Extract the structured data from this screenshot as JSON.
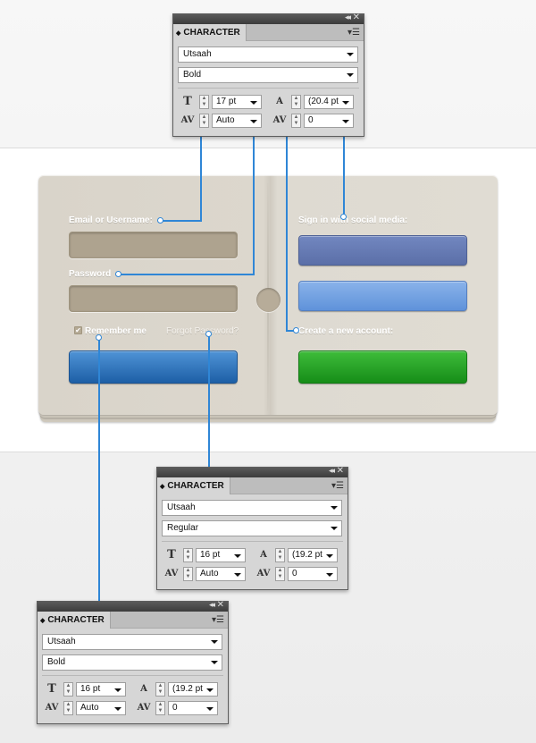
{
  "form": {
    "email_label": "Email or Username:",
    "password_label": "Password",
    "remember_label": "Remember me",
    "forgot_label": "Forgot Password?",
    "checkbox_mark": "✔",
    "social_label": "Sign in with social media:",
    "create_label": "Create a new account:"
  },
  "panels": [
    {
      "title": "CHARACTER",
      "font_family": "Utsaah",
      "font_style": "Bold",
      "font_size": "17 pt",
      "leading": "(20.4 pt",
      "kerning": "Auto",
      "tracking": "0"
    },
    {
      "title": "CHARACTER",
      "font_family": "Utsaah",
      "font_style": "Regular",
      "font_size": "16 pt",
      "leading": "(19.2 pt",
      "kerning": "Auto",
      "tracking": "0"
    },
    {
      "title": "CHARACTER",
      "font_family": "Utsaah",
      "font_style": "Bold",
      "font_size": "16 pt",
      "leading": "(19.2 pt",
      "kerning": "Auto",
      "tracking": "0"
    }
  ],
  "icons": {
    "font_size": "font-size-icon",
    "leading": "leading-icon",
    "kerning": "kerning-icon",
    "tracking": "tracking-icon",
    "panel_menu": "panel-menu-icon",
    "collapse": "collapse-icon",
    "close": "close-icon"
  },
  "colors": {
    "connector": "#2f86d6",
    "login_button": "#1d5fa6",
    "create_button": "#168d18",
    "social_button_1": "#5b6fa8",
    "social_button_2": "#5f92da",
    "field": "#aea38f"
  }
}
